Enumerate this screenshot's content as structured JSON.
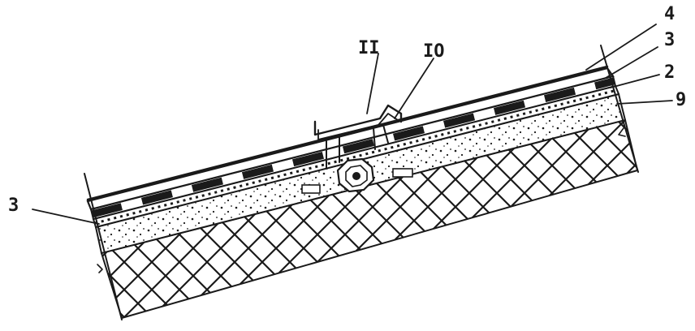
{
  "diagram": {
    "type": "roof-layer-section",
    "labels": {
      "left_3": "3",
      "top_11": "II",
      "top_10": "IO",
      "right_4": "4",
      "right_3": "3",
      "right_2": "2",
      "right_9": "9"
    },
    "colors": {
      "ink": "#1a1a1a",
      "background": "#ffffff"
    }
  }
}
